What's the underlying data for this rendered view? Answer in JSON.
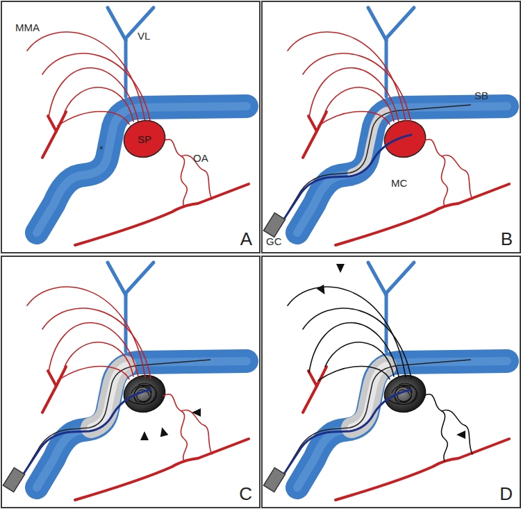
{
  "diagram": {
    "nodes": [
      {
        "text": [
          "A"
        ]
      },
      {
        "text": [
          "SP"
        ],
        "in": 0
      },
      {
        "text": [
          "B"
        ]
      },
      {
        "text": [
          "C"
        ]
      },
      {
        "text": [
          "D"
        ]
      }
    ],
    "labels": [
      "MMA",
      "VL",
      "*",
      "OA",
      "SB",
      "MC",
      "GC"
    ]
  }
}
